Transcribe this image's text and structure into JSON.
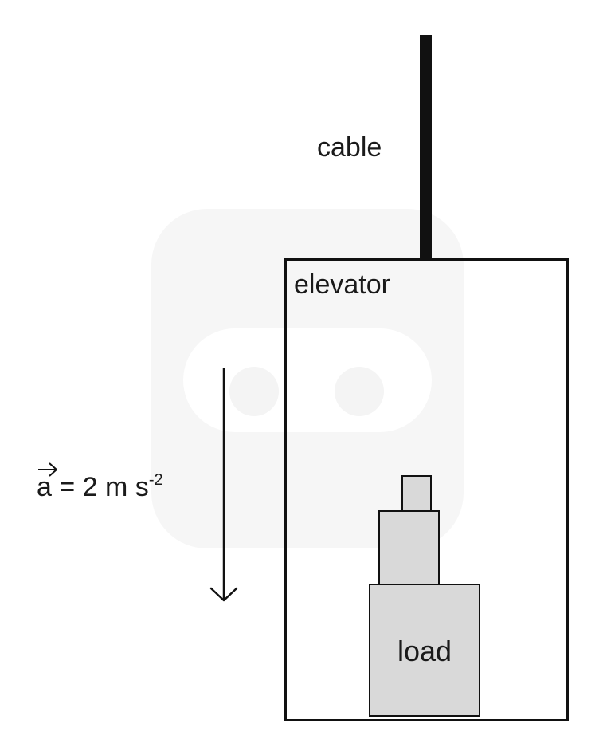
{
  "diagram": {
    "cable_label": "cable",
    "elevator_label": "elevator",
    "load_label": "load",
    "acceleration": {
      "symbol": "a",
      "equation": "= 2 m s",
      "exponent": "-2",
      "direction": "down"
    }
  }
}
